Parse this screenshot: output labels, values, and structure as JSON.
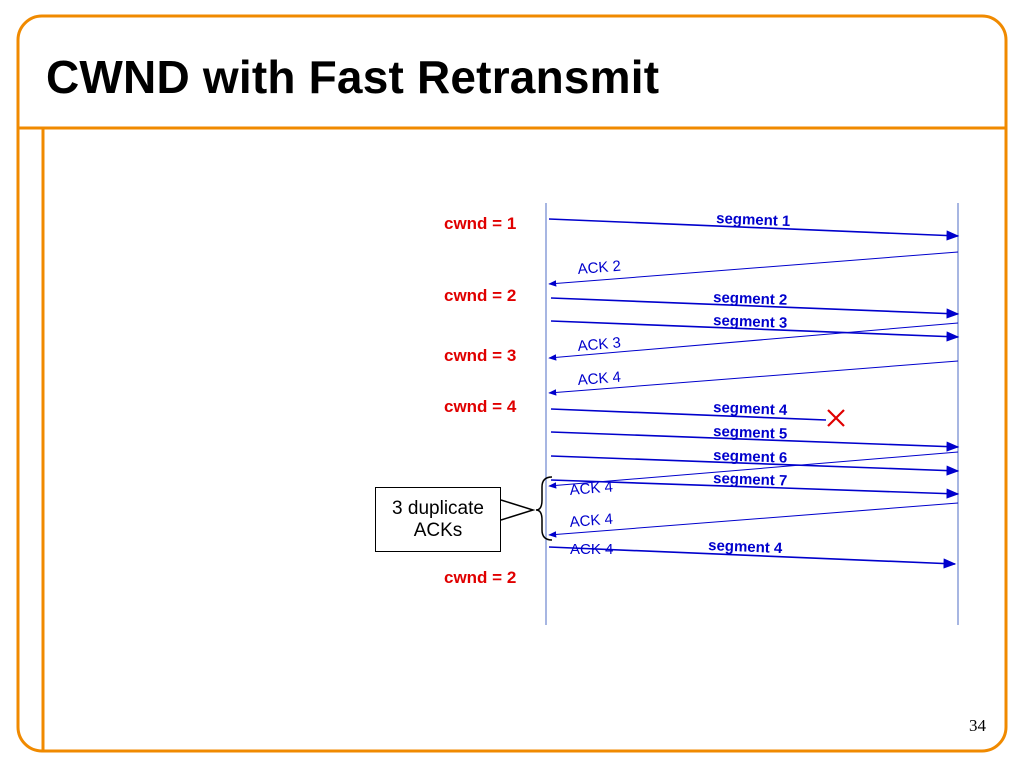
{
  "title": "CWND with Fast Retransmit",
  "page_number": "34",
  "colors": {
    "frame_orange": "#F08A00",
    "cwnd_red": "#E00000",
    "segment_blue": "#0000CC",
    "timeline_blue": "#8A9ED8",
    "loss_red": "#E00000"
  },
  "cwnd_labels": [
    "cwnd = 1",
    "cwnd = 2",
    "cwnd = 3",
    "cwnd = 4",
    "cwnd = 2"
  ],
  "duplicate_box": {
    "line1": "3 duplicate",
    "line2": "ACKs"
  },
  "messages": [
    {
      "kind": "segment",
      "label": "segment 1",
      "lost": false
    },
    {
      "kind": "ack",
      "label": "ACK 2"
    },
    {
      "kind": "segment",
      "label": "segment 2",
      "lost": false
    },
    {
      "kind": "segment",
      "label": "segment 3",
      "lost": false
    },
    {
      "kind": "ack",
      "label": "ACK 3"
    },
    {
      "kind": "ack",
      "label": "ACK 4"
    },
    {
      "kind": "segment",
      "label": "segment 4",
      "lost": true
    },
    {
      "kind": "segment",
      "label": "segment 5",
      "lost": false
    },
    {
      "kind": "segment",
      "label": "segment 6",
      "lost": false
    },
    {
      "kind": "ack",
      "label": "ACK 4"
    },
    {
      "kind": "segment",
      "label": "segment 7",
      "lost": false
    },
    {
      "kind": "ack",
      "label": "ACK 4"
    },
    {
      "kind": "ack",
      "label": "ACK 4"
    },
    {
      "kind": "segment",
      "label": "segment 4",
      "lost": false
    }
  ]
}
